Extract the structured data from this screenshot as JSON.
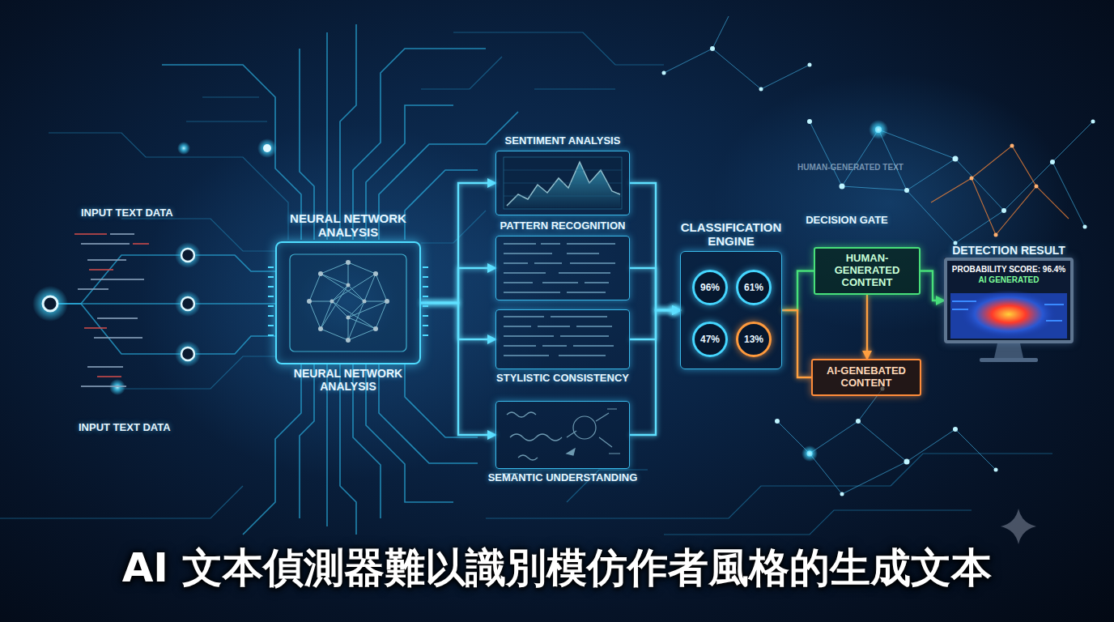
{
  "diagram": {
    "title": "AI 文本偵測器難以識別模仿作者風格的生成文本",
    "nodes": [
      {
        "text": [
          "NEURAL NETWORK ANALYSIS",
          "NEURAL NETWORK ANALYSIS"
        ]
      },
      {
        "text": [
          "SENTIMENT ANALYSIS"
        ]
      },
      {
        "text": [
          "PATTERN RECOGNITION"
        ]
      },
      {
        "text": [
          "STYLISTIC CONSISTENCY"
        ]
      },
      {
        "text": [
          "SEMANTIC UNDERSTANDING"
        ]
      },
      {
        "text": [
          "CLASSIFICATION ENGINE"
        ]
      },
      {
        "text": [
          "96%"
        ],
        "in": 5
      },
      {
        "text": [
          "61%"
        ],
        "in": 5
      },
      {
        "text": [
          "47%"
        ],
        "in": 5
      },
      {
        "text": [
          "13%"
        ],
        "in": 5
      },
      {
        "text": [
          "HUMAN-GENERATED CONTENT"
        ]
      },
      {
        "text": [
          "AI-GENEBATED CONTENT"
        ]
      },
      {
        "text": [
          "DETECTION RESULT",
          "PROBABILITY SCORE: 96.4%",
          "AI GENERATED"
        ]
      }
    ],
    "edges": [
      {
        "from": 0,
        "to": 1,
        "arrow": "to"
      },
      {
        "from": 0,
        "to": 2,
        "arrow": "to"
      },
      {
        "from": 0,
        "to": 3,
        "arrow": "to"
      },
      {
        "from": 0,
        "to": 4,
        "arrow": "to"
      },
      {
        "from": 1,
        "to": 5,
        "arrow": "to"
      },
      {
        "from": 2,
        "to": 5,
        "arrow": "to"
      },
      {
        "from": 3,
        "to": 5,
        "arrow": "to"
      },
      {
        "from": 4,
        "to": 5,
        "arrow": "to"
      },
      {
        "from": 5,
        "to": 10,
        "arrow": "none"
      },
      {
        "from": 5,
        "to": 11,
        "arrow": "none"
      },
      {
        "from": 10,
        "to": 11,
        "arrow": "to"
      },
      {
        "from": 10,
        "to": 12,
        "arrow": "to"
      }
    ],
    "labels": [
      "INPUT TEXT DATA",
      "INPUT TEXT DATA",
      "DECISION GATE",
      "HUMAN-GENERATED TEXT"
    ]
  }
}
